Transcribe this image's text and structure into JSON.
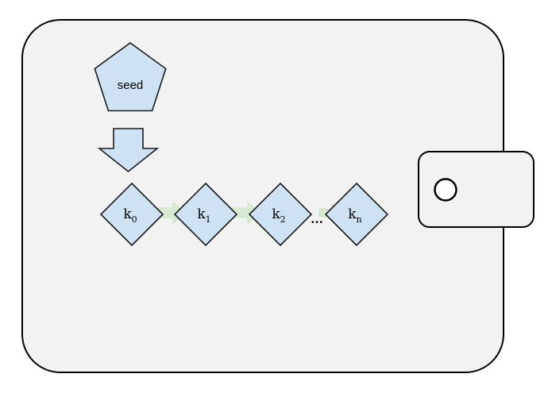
{
  "diagram": {
    "seed": {
      "label": "seed"
    },
    "keys": [
      {
        "base": "k",
        "sub": "0"
      },
      {
        "base": "k",
        "sub": "1"
      },
      {
        "base": "k",
        "sub": "2"
      },
      {
        "base": "k",
        "sub": "n"
      }
    ],
    "ellipsis": "...",
    "colors": {
      "background": "#ffffff",
      "wallet_fill": "#f2f2f2",
      "wallet_stroke": "#000000",
      "button_fill": "#ffffff",
      "node_fill": "#cfe2f3",
      "node_stroke": "#1a1a1a",
      "arrow_fill": "#d9ead3",
      "arrow_edge": "#cbe2c4",
      "text": "#000000"
    }
  }
}
